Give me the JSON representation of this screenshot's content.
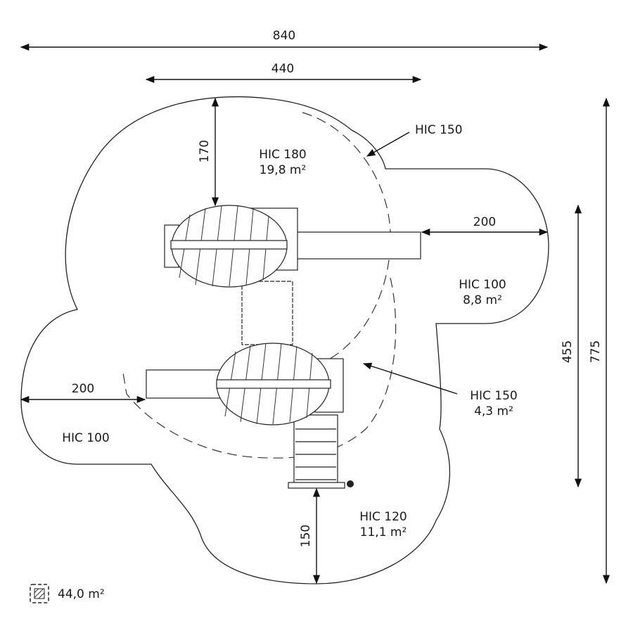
{
  "dimensions": {
    "total_width": "840",
    "structure_width": "440",
    "top_clearance": "170",
    "right_slide_clearance": "200",
    "left_slide_clearance": "200",
    "bottom_clearance": "150",
    "inner_height": "455",
    "total_height": "775"
  },
  "zones": {
    "top_main": {
      "label": "HIC 180",
      "area": "19,8 m²"
    },
    "top_callout": {
      "label": "HIC 150"
    },
    "right_lobe": {
      "label": "HIC 100",
      "area": "8,8 m²"
    },
    "mid_callout": {
      "label": "HIC 150",
      "area": "4,3 m²"
    },
    "left_lobe": {
      "label": "HIC 100"
    },
    "bottom": {
      "label": "HIC 120",
      "area": "11,1 m²"
    }
  },
  "legend": {
    "icon": "hatched-area-icon",
    "total_area": "44,0 m²"
  }
}
